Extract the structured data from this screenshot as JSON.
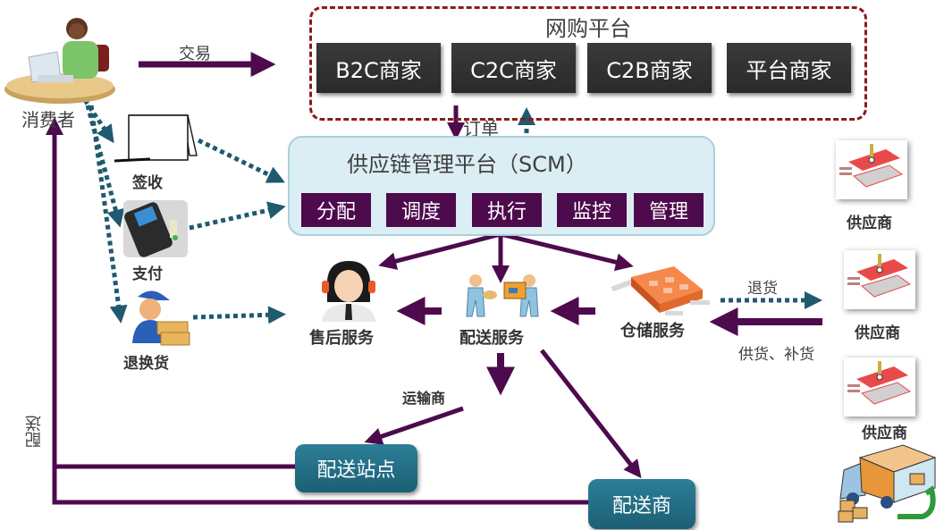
{
  "consumer": {
    "label": "消费者",
    "icon": "consumer-at-laptop-icon"
  },
  "trade": {
    "label": "交易"
  },
  "online_platform": {
    "title": "网购平台",
    "merchants": [
      "B2C商家",
      "C2C商家",
      "C2B商家",
      "平台商家"
    ]
  },
  "order": {
    "label": "订单"
  },
  "scm": {
    "title": "供应链管理平台（SCM）",
    "functions": [
      "分配",
      "调度",
      "执行",
      "监控",
      "管理"
    ]
  },
  "consumer_actions": [
    {
      "label": "签收",
      "icon": "signing-notepad-icon"
    },
    {
      "label": "支付",
      "icon": "pos-terminal-icon"
    },
    {
      "label": "退换货",
      "icon": "courier-with-boxes-icon"
    }
  ],
  "services": {
    "after_sales": {
      "label": "售后服务",
      "icon": "customer-service-agent-icon"
    },
    "delivery": {
      "label": "配送服务",
      "icon": "package-handover-icon"
    },
    "warehouse": {
      "label": "仓储服务",
      "icon": "warehouse-icon"
    }
  },
  "carrier": {
    "label": "运输商"
  },
  "delivery_station": {
    "label": "配送站点"
  },
  "delivery_provider": {
    "label": "配送商"
  },
  "delivery_vertical": {
    "label": "配送"
  },
  "return_goods": {
    "label": "退货"
  },
  "supply": {
    "label": "供货、补货"
  },
  "suppliers": [
    {
      "label": "供应商",
      "icon": "factory-conveyor-icon"
    },
    {
      "label": "供应商",
      "icon": "factory-conveyor-icon"
    },
    {
      "label": "供应商",
      "icon": "factory-conveyor-icon"
    }
  ],
  "truck": {
    "icon": "delivery-truck-icon"
  },
  "colors": {
    "purple_arrow": "#4d0a4d",
    "teal_dotted": "#1f5a6e",
    "dashed_border": "#8b1a1a",
    "merchant_box": "#333333",
    "scm_bg": "#dbeef4",
    "teal_box": "#246f86"
  }
}
